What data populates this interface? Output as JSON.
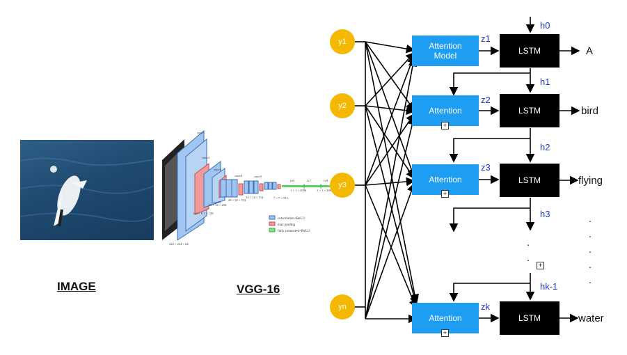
{
  "captions": {
    "image": "IMAGE",
    "vgg": "VGG-16"
  },
  "inputs": [
    "y1",
    "y2",
    "y3",
    "yn"
  ],
  "attention_labels": [
    "Attention\nModel",
    "Attention",
    "Attention",
    "Attention"
  ],
  "lstm_label": "LSTM",
  "z_labels": [
    "z1",
    "z2",
    "z3",
    "zk"
  ],
  "h_labels": [
    "h0",
    "h1",
    "h2",
    "h3",
    "hk-1"
  ],
  "outputs": [
    "A",
    "bird",
    "flying",
    "water"
  ],
  "vgg_legend": [
    "convolution+ReLU",
    "max pooling",
    "fully connected+ReLU"
  ],
  "vgg_stage_labels": [
    "conv1",
    "conv2",
    "conv3",
    "conv4",
    "conv5",
    "fc6",
    "fc7",
    "fc8"
  ],
  "vgg_size_labels": [
    "224 × 224 × 64",
    "112 × 112 × 128",
    "56 × 56 × 256",
    "28 × 28 × 512",
    "14 × 14 × 512",
    "7 × 7 × 512",
    "1 × 1 × 4096",
    "1 × 1 × 1000"
  ],
  "colors": {
    "attention": "#1e9ef2",
    "lstm": "#000000",
    "input_node": "#f5b800",
    "label_blue": "#2233cc"
  }
}
